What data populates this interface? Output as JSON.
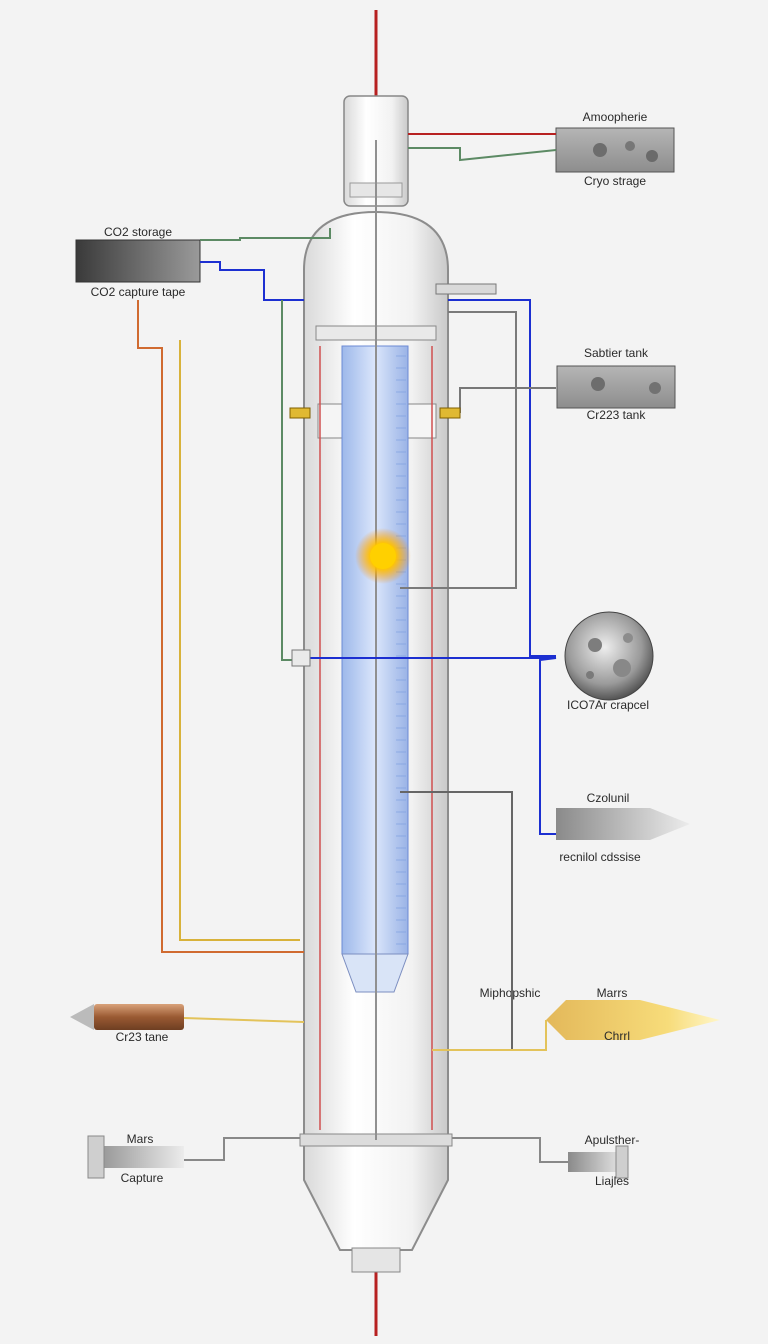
{
  "labels": {
    "atmosphere": "Amoopherie",
    "cryo_storage": "Cryo strage",
    "co2_storage": "CO2 storage",
    "co2_capture": "CO2 capture tape",
    "sabatier_tank": "Sabtier tank",
    "c223_tank": "Cr223 tank",
    "co2_air_capsule": "ICO7Ar crapcel",
    "colourful": "Czolunil",
    "recnil_cassise": "recnilol cdssise",
    "miphopshic": "Miphopshic",
    "mars_right": "Marrs",
    "chrl": "Chrrl",
    "c23_tane": "Cr23 tane",
    "mars_left": "Mars",
    "capture": "Capture",
    "apulsther": "Apulsther-",
    "liajles": "Liajles"
  },
  "colors": {
    "blue_line": "#1c2fd1",
    "red_line": "#b72020",
    "green_line": "#5c8a64",
    "yellow_line": "#d8b23a",
    "orange_line": "#d06a30",
    "gray_line": "#777777",
    "column_fill": "#c7d9f5",
    "flare": "#ffb400"
  },
  "icons": {
    "reactor": "reactor-column-icon",
    "sun": "sun-flare-icon",
    "moon": "moon-icon"
  }
}
